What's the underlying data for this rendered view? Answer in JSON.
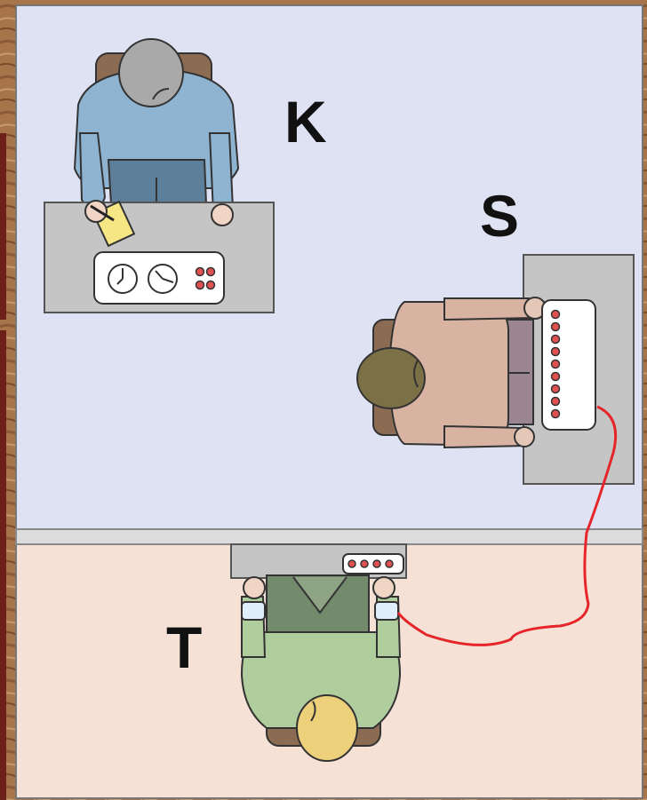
{
  "labels": {
    "experimenter": "K",
    "subject": "S",
    "learner": "T"
  },
  "experimenter_panel_buttons": 4,
  "subject_panel_switches": 9,
  "learner_panel_buttons": 4,
  "colors": {
    "upper_room": "#dfe2f2",
    "lower_room": "#f6e1d7",
    "wall": "#dcdcdc",
    "frame": "#a8754a",
    "table": "#c4c5c4",
    "wire": "#e6252b",
    "switch": "#e05050",
    "experimenter_shirt": "#8fb4d1",
    "experimenter_hair": "#a9a9a9",
    "subject_shirt": "#d9b3a2",
    "subject_hair": "#7c7046",
    "learner_shirt": "#b0cd9e",
    "learner_hair": "#ecd07a",
    "note": "#f6e784"
  }
}
